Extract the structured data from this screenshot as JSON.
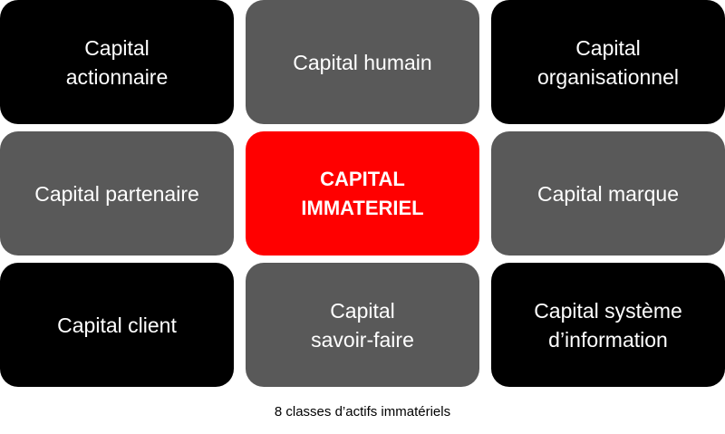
{
  "boxes": [
    {
      "label": "Capital\nactionnaire",
      "style": "black"
    },
    {
      "label": "Capital humain",
      "style": "gray"
    },
    {
      "label": "Capital\norganisationnel",
      "style": "black"
    },
    {
      "label": "Capital partenaire",
      "style": "gray"
    },
    {
      "label": "CAPITAL\nIMMATERIEL",
      "style": "red"
    },
    {
      "label": "Capital marque",
      "style": "gray"
    },
    {
      "label": "Capital client",
      "style": "black"
    },
    {
      "label": "Capital\nsavoir-faire",
      "style": "gray"
    },
    {
      "label": "Capital système\nd’information",
      "style": "black"
    }
  ],
  "caption": "8 classes d’actifs immatériels",
  "colors": {
    "black": "#000000",
    "gray": "#595959",
    "red": "#ff0000"
  }
}
